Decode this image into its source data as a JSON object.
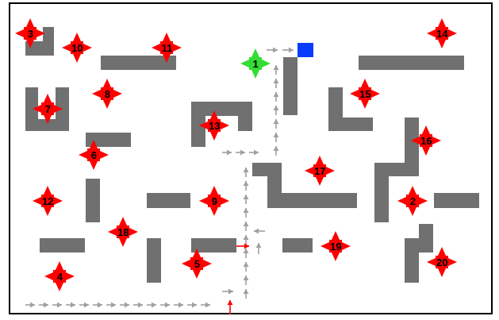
{
  "diagram": {
    "nodes": [
      {
        "text": [
          "3"
        ]
      },
      {
        "text": [
          "14"
        ]
      },
      {
        "text": [
          "10"
        ]
      },
      {
        "text": [
          "11"
        ]
      },
      {
        "text": [
          "1"
        ]
      },
      {
        "text": [
          "8"
        ]
      },
      {
        "text": [
          "15"
        ]
      },
      {
        "text": [
          "7"
        ]
      },
      {
        "text": [
          "13"
        ]
      },
      {
        "text": [
          "16"
        ]
      },
      {
        "text": [
          "6"
        ]
      },
      {
        "text": [
          "17"
        ]
      },
      {
        "text": [
          "12"
        ]
      },
      {
        "text": [
          "9"
        ]
      },
      {
        "text": [
          "2"
        ]
      },
      {
        "text": [
          "18"
        ]
      },
      {
        "text": [
          "19"
        ]
      },
      {
        "text": [
          "20"
        ]
      },
      {
        "text": [
          "5"
        ]
      },
      {
        "text": [
          "4"
        ]
      }
    ]
  }
}
